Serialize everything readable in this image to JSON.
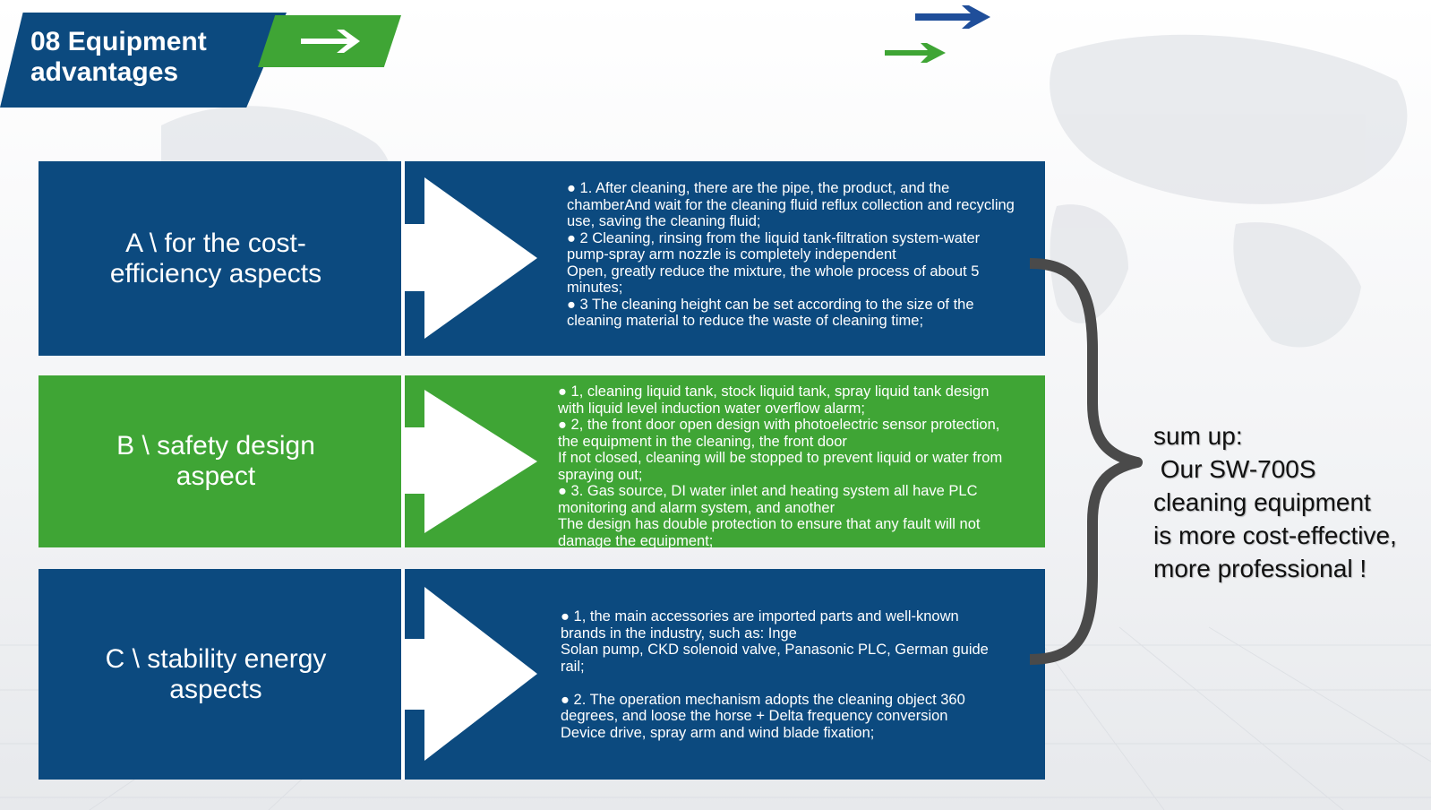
{
  "header": {
    "title": "08 Equipment advantages"
  },
  "colors": {
    "blue": "#0c4a7f",
    "green": "#3fa535",
    "brace": "#4a4a4a"
  },
  "icons": [
    "arrow-right-icon",
    "chevron-right-icon",
    "curly-brace-icon"
  ],
  "sections": [
    {
      "label": "A \\ for the cost-efficiency aspects",
      "details": "● 1. After cleaning, there are the pipe, the product, and the chamberAnd wait for the cleaning fluid reflux collection and recycling use, saving the cleaning fluid;\n● 2 Cleaning, rinsing from the liquid tank-filtration system-water pump-spray arm nozzle is completely independent\nOpen, greatly reduce the mixture, the whole process of about 5 minutes;\n● 3 The cleaning height can be set according to the size of the cleaning material to reduce the waste of cleaning time;"
    },
    {
      "label": "B \\ safety design aspect",
      "details": "● 1, cleaning liquid tank, stock liquid tank, spray liquid tank design with liquid level induction water overflow alarm;\n● 2, the front door open design with photoelectric sensor protection, the equipment in the cleaning, the front door\nIf not closed, cleaning will be stopped to prevent liquid or water from spraying out;\n● 3. Gas source, DI water inlet and heating system all have PLC monitoring and alarm system, and another\nThe design has double protection to ensure that any fault will not damage the equipment;"
    },
    {
      "label": "C \\ stability energy aspects",
      "details": "● 1, the main accessories are imported parts and well-known brands in the industry, such as: Inge\nSolan pump, CKD solenoid valve, Panasonic PLC, German guide rail;\n\n● 2. The operation mechanism adopts the cleaning object 360 degrees, and loose the horse + Delta frequency conversion\nDevice drive, spray arm and wind blade fixation;"
    }
  ],
  "summary": {
    "text": "sum up:\n Our SW-700S\ncleaning equipment\nis more cost-effective,\nmore professional !"
  }
}
